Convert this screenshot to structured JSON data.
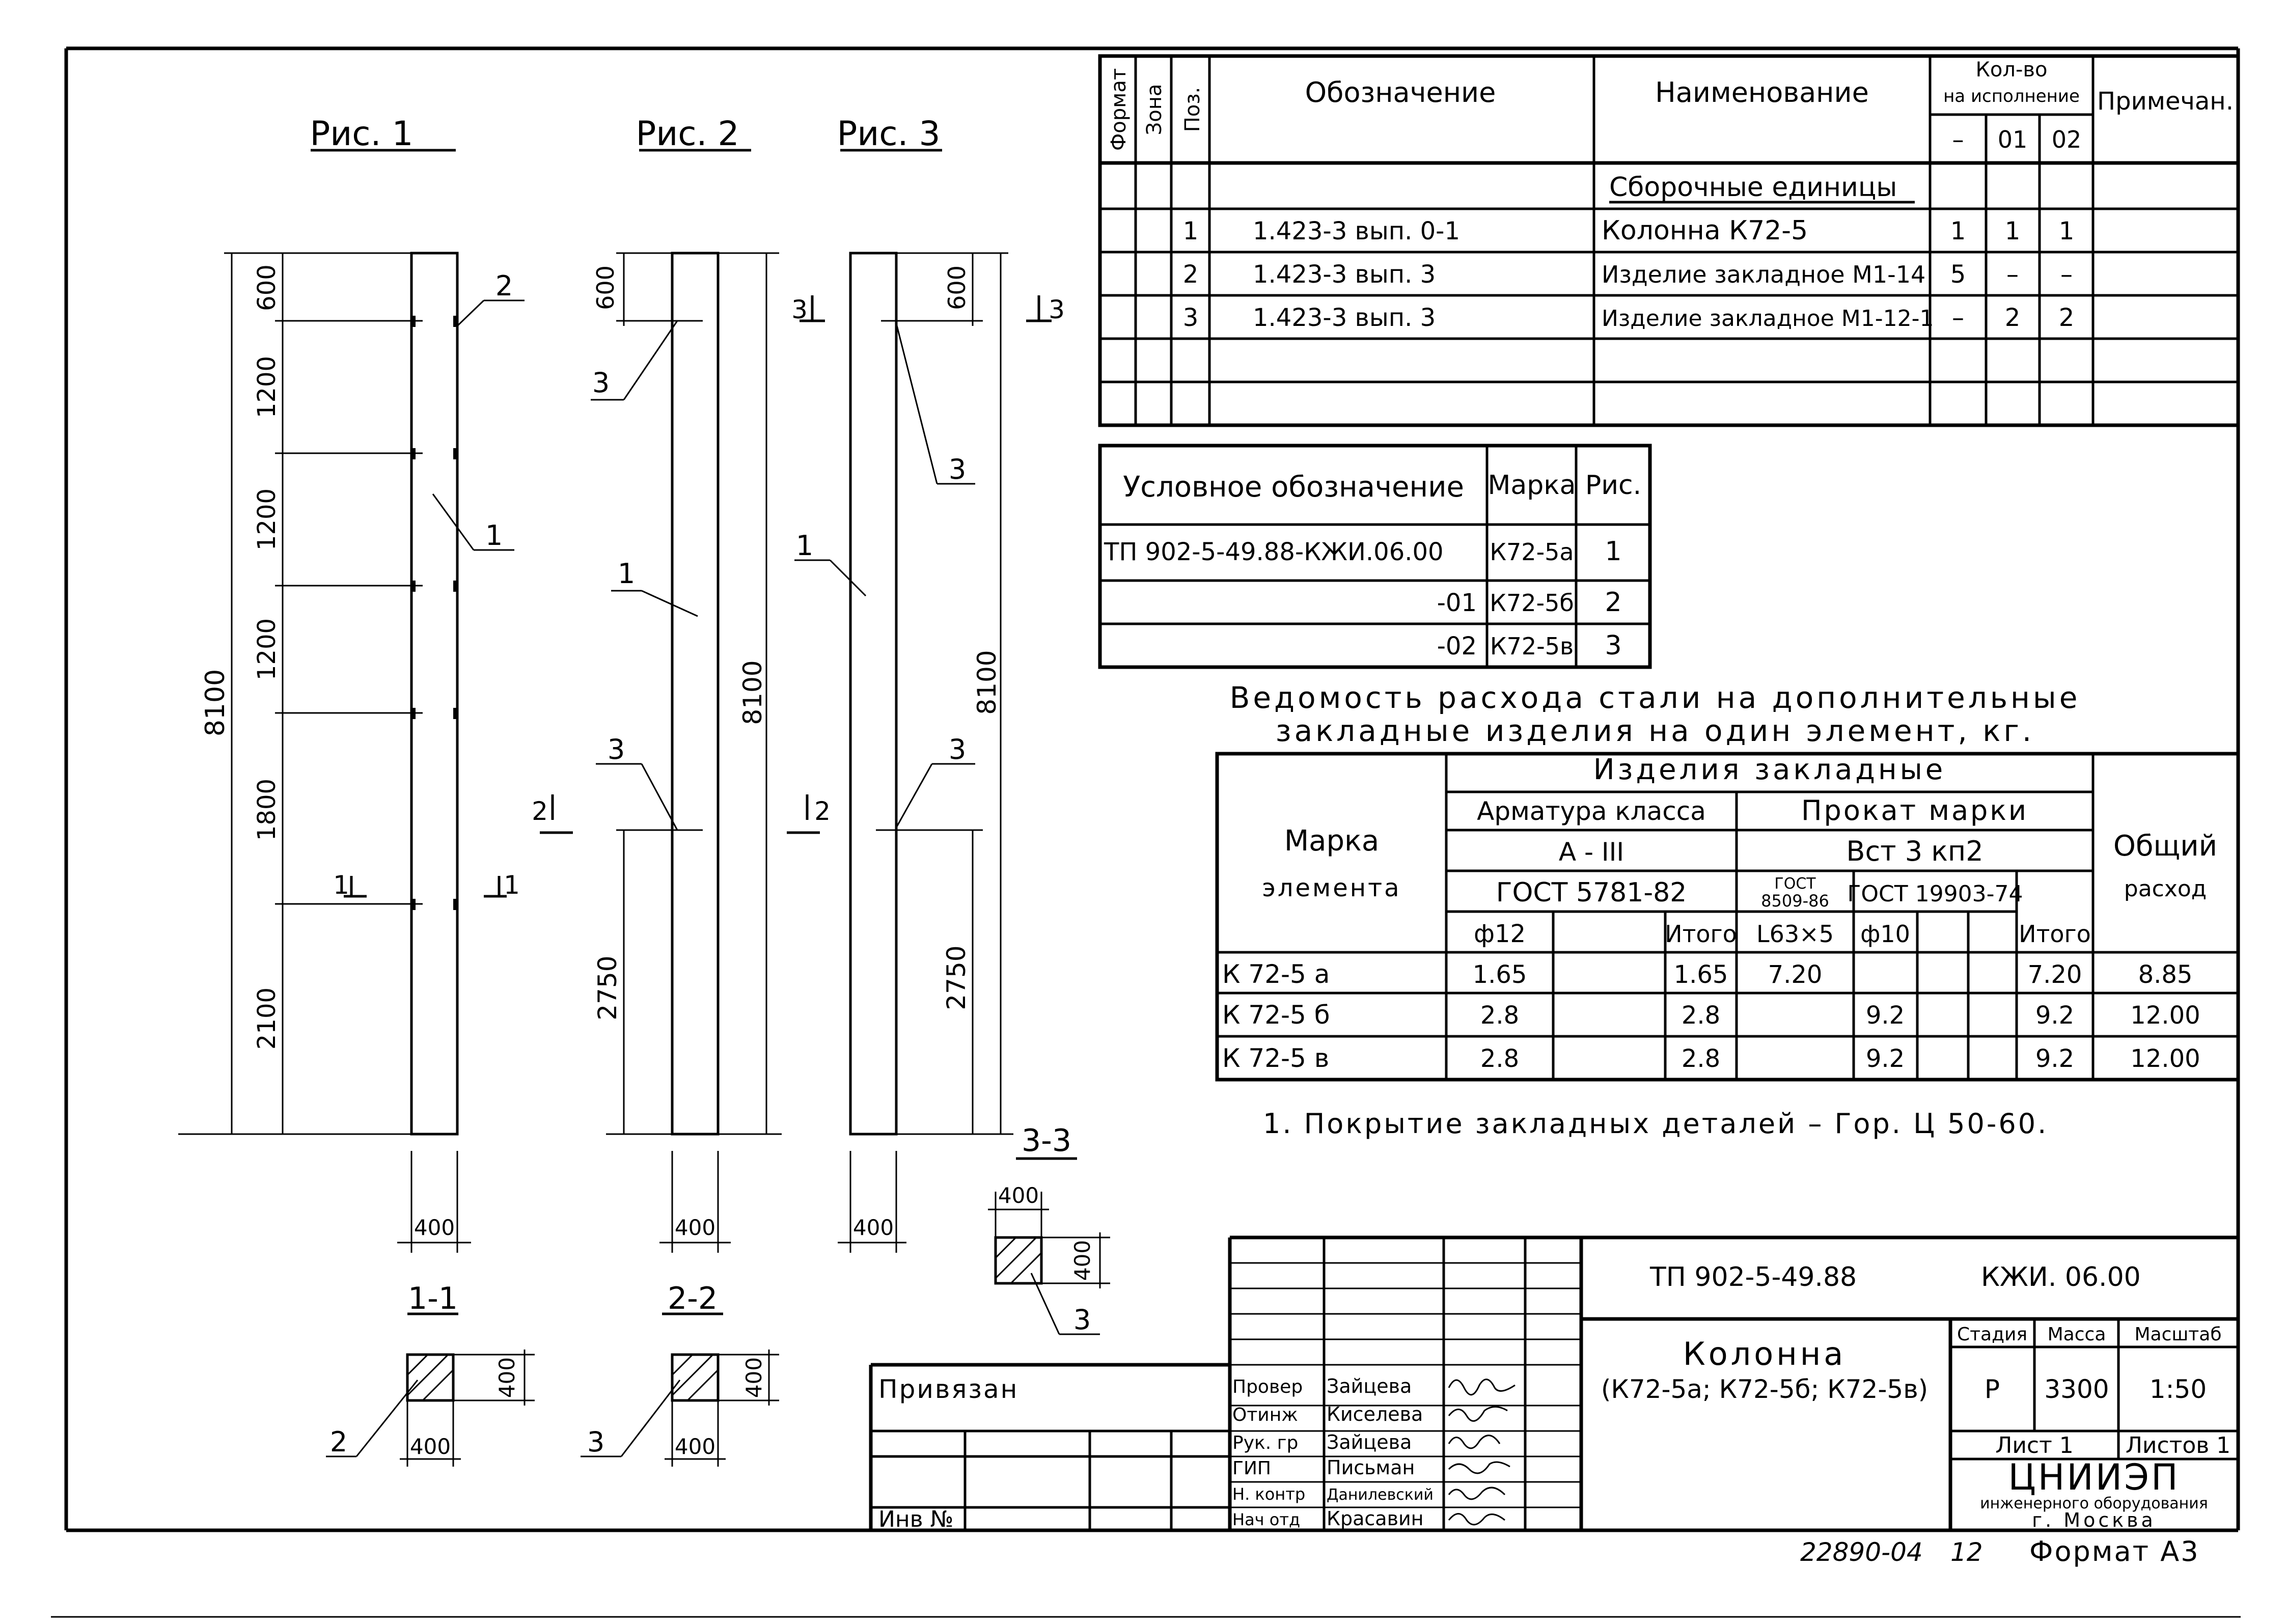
{
  "figures": {
    "fig1": "Рис. 1",
    "fig2": "Рис. 2",
    "fig3": "Рис. 3"
  },
  "dims": {
    "total": "8100",
    "d600": "600",
    "d1200": "1200",
    "d1800": "1800",
    "d2100": "2100",
    "d2750": "2750",
    "d400": "400"
  },
  "callouts": {
    "c1": "1",
    "c2": "2",
    "c3": "3"
  },
  "sections": {
    "s11": "1-1",
    "s22": "2-2",
    "s33": "3-3",
    "m1": "1",
    "m2": "2",
    "m3": "3"
  },
  "spec": {
    "headers": {
      "format": "Формат",
      "zone": "Зона",
      "pos": "Поз.",
      "designation": "Обозначение",
      "name": "Наименование",
      "qty": "Кол-во",
      "qty_sub": "на исполнение",
      "notes": "Примечан.",
      "qty_cols": [
        "–",
        "01",
        "02"
      ]
    },
    "section_title": "Сборочные единицы",
    "rows": [
      {
        "pos": "1",
        "designation": "1.423-3   вып. 0-1",
        "name": "Колонна  К72-5",
        "q0": "1",
        "q1": "1",
        "q2": "1"
      },
      {
        "pos": "2",
        "designation": "1.423-3   вып. 3",
        "name": "Изделие закладное М1-14",
        "q0": "5",
        "q1": "–",
        "q2": "–"
      },
      {
        "pos": "3",
        "designation": "1.423-3   вып. 3",
        "name": "Изделие закладное М1-12-1",
        "q0": "–",
        "q1": "2",
        "q2": "2"
      }
    ]
  },
  "legend": {
    "headers": {
      "designation": "Условное обозначение",
      "mark": "Марка",
      "fig": "Рис."
    },
    "rows": [
      {
        "designation": "ТП 902-5-49.88-КЖИ.06.00",
        "mark": "К72-5а",
        "fig": "1"
      },
      {
        "designation": "-01",
        "mark": "К72-5б",
        "fig": "2"
      },
      {
        "designation": "-02",
        "mark": "К72-5в",
        "fig": "3"
      }
    ]
  },
  "steel": {
    "title_line1": "Ведомость расхода стали на дополнительные",
    "title_line2": "закладные изделия на один элемент, кг.",
    "h_products": "Изделия     закладные",
    "h_armature": "Арматура класса",
    "h_rolled": "Прокат   марки",
    "h_class": "А - III",
    "h_steelgrade": "Вст 3 кп2",
    "h_gost1": "ГОСТ 5781-82",
    "h_gost2a": "ГОСТ",
    "h_gost2b": "8509-86",
    "h_gost3": "ГОСТ 19903-74",
    "h_mark1": "Марка",
    "h_mark2": "элемента",
    "h_total1": "Общий",
    "h_total2": "расход",
    "sub": [
      "ф12",
      "",
      "Итого",
      "L63×5",
      "ф10",
      "",
      "",
      "Итого"
    ],
    "rows": [
      {
        "mark": "К 72-5 а",
        "c1": "1.65",
        "c2": "",
        "c3": "1.65",
        "c4": "7.20",
        "c5": "",
        "c6": "",
        "c7": "",
        "c8": "7.20",
        "total": "8.85"
      },
      {
        "mark": "К 72-5 б",
        "c1": "2.8",
        "c2": "",
        "c3": "2.8",
        "c4": "",
        "c5": "9.2",
        "c6": "",
        "c7": "",
        "c8": "9.2",
        "total": "12.00"
      },
      {
        "mark": "К 72-5 в",
        "c1": "2.8",
        "c2": "",
        "c3": "2.8",
        "c4": "",
        "c5": "9.2",
        "c6": "",
        "c7": "",
        "c8": "9.2",
        "total": "12.00"
      }
    ]
  },
  "note": "1. Покрытие закладных деталей – Гор. Ц 50-60.",
  "titleblock": {
    "doc_code": "ТП 902-5-49.88",
    "doc_sheet": "КЖИ. 06.00",
    "name": "Колонна",
    "name_sub": "(К72-5а; К72-5б; К72-5в)",
    "stage_h": "Стадия",
    "mass_h": "Масса",
    "scale_h": "Масштаб",
    "stage": "Р",
    "mass": "3300",
    "scale": "1:50",
    "sheet": "Лист 1",
    "sheets": "Листов 1",
    "org": "ЦНИИЭП",
    "org_sub": "инженерного оборудования",
    "city": "г. Москва",
    "attached": "Привязан",
    "inv": "Инв №",
    "roles": [
      {
        "role": "Провер",
        "person": "Зайцева"
      },
      {
        "role": "Отинж",
        "person": "Киселева"
      },
      {
        "role": "Рук. гр",
        "person": "Зайцева"
      },
      {
        "role": "ГИП",
        "person": "Письман"
      },
      {
        "role": "Н. контр",
        "person": "Данилевский"
      },
      {
        "role": "Нач отд",
        "person": "Красавин"
      }
    ],
    "bottom_num": "22890-04",
    "bottom_page": "12",
    "format": "Формат А3"
  }
}
